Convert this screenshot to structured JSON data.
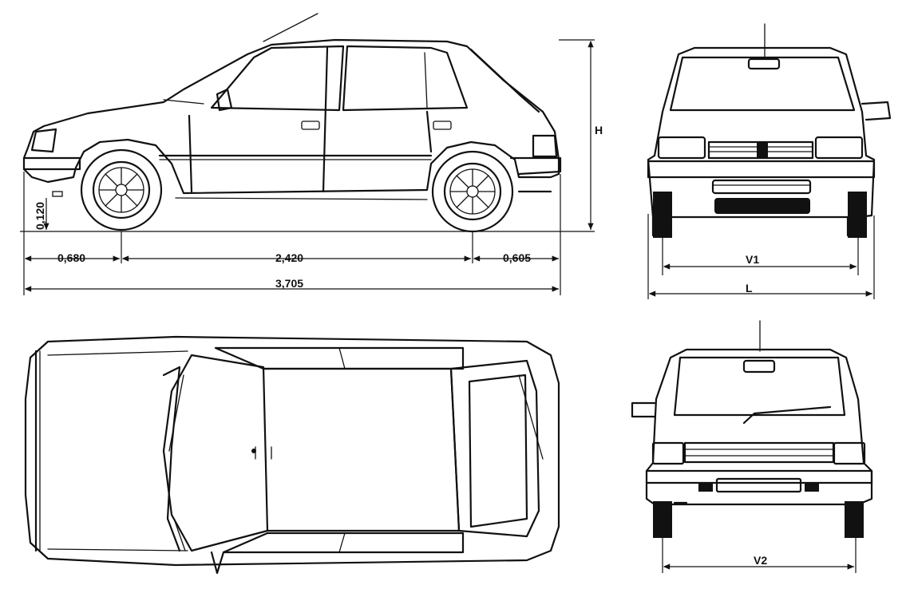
{
  "dimensions": {
    "front_overhang": "0,680",
    "wheelbase": "2,420",
    "rear_overhang": "0,605",
    "overall_length": "3,705",
    "ground_clearance": "0,120",
    "height": "H",
    "front_track": "V1",
    "rear_track": "V2",
    "width": "L"
  }
}
